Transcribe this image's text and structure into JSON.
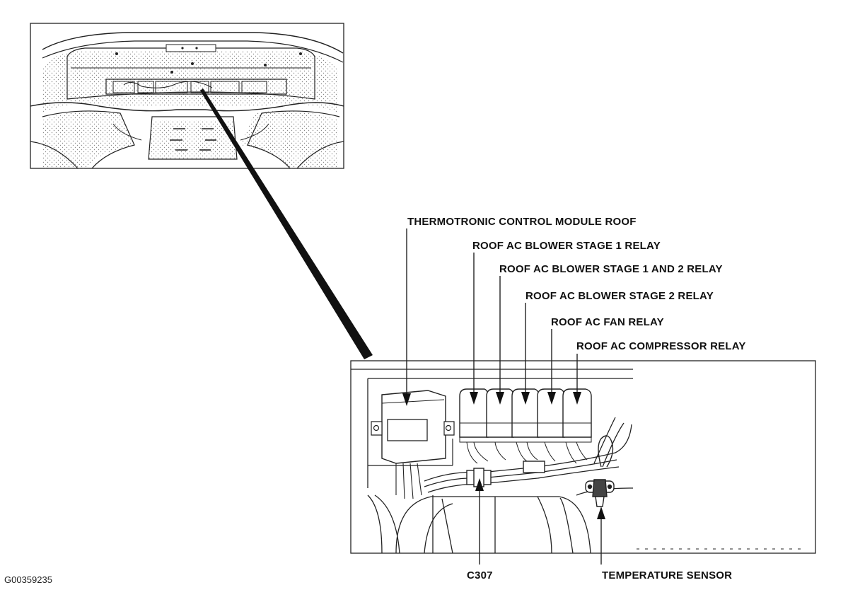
{
  "figure_id": "G00359235",
  "labels": {
    "thermotronic_module": "THERMOTRONIC CONTROL MODULE ROOF",
    "blower_stage_1": "ROOF AC BLOWER STAGE 1 RELAY",
    "blower_stage_1_2": "ROOF AC BLOWER STAGE 1 AND 2 RELAY",
    "blower_stage_2": "ROOF AC BLOWER STAGE 2 RELAY",
    "fan_relay": "ROOF AC FAN RELAY",
    "compressor_relay": "ROOF AC COMPRESSOR RELAY",
    "connector": "C307",
    "temp_sensor": "TEMPERATURE SENSOR"
  },
  "colors": {
    "line": "#222222",
    "background": "#ffffff",
    "stipple": "#9a9a9a"
  }
}
